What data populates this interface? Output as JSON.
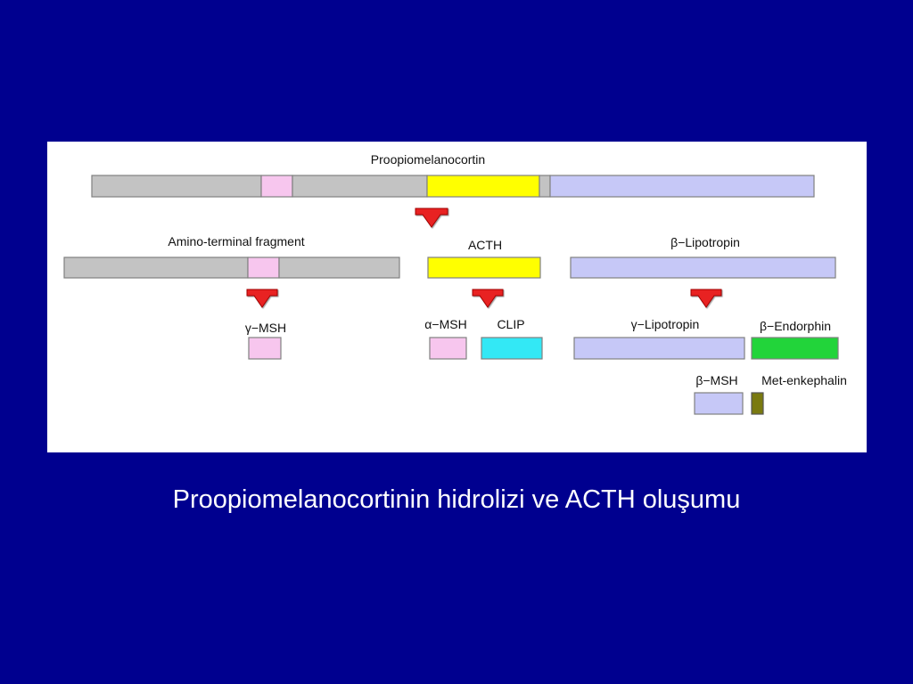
{
  "labels": {
    "pomc": "Proopiomelanocortin",
    "amino_fragment": "Amino-terminal fragment",
    "acth": "ACTH",
    "beta_lipotropin": "β−Lipotropin",
    "gamma_msh": "γ−MSH",
    "alpha_msh": "α−MSH",
    "clip": "CLIP",
    "gamma_lipotropin": "γ−Lipotropin",
    "beta_endorphin": "β−Endorphin",
    "beta_msh": "β−MSH",
    "met_enkephalin": "Met-enkephalin"
  },
  "colors": {
    "background": "#00008f",
    "gray_segment": "#c3c3c3",
    "msh_pink": "#f7c6ee",
    "acth_yellow": "#ffff00",
    "lipotropin_lavender": "#c6c8f7",
    "clip_cyan": "#33e8f5",
    "endorphin_green": "#22d43a",
    "enkephalin_olive": "#7a7a10",
    "arrow_red": "#e82020"
  },
  "caption": "Proopiomelanocortinin hidrolizi ve ACTH oluşumu"
}
